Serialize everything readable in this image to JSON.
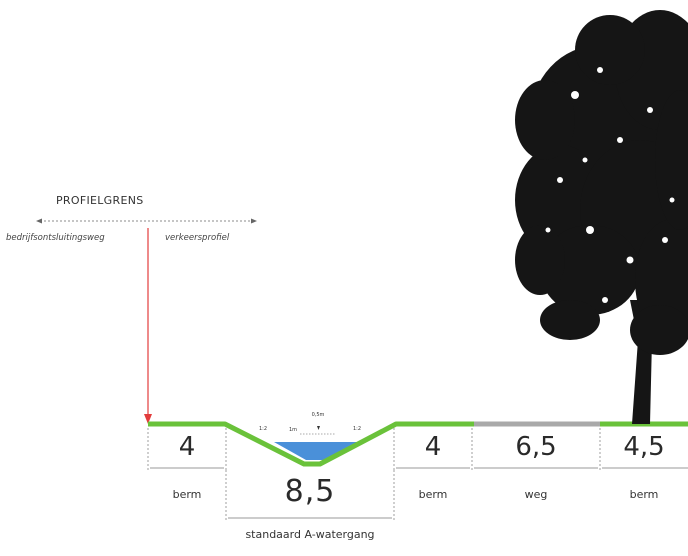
{
  "labels": {
    "profielgrens": "PROFIELGRENS",
    "left_side": "bedrijfsontsluitingsweg",
    "right_side": "verkeersprofiel",
    "caption": "standaard A-watergang"
  },
  "segments": [
    {
      "value": "4",
      "name": "berm"
    },
    {
      "value": "8,5",
      "name": ""
    },
    {
      "value": "4",
      "name": "berm"
    },
    {
      "value": "6,5",
      "name": "weg"
    },
    {
      "value": "4,5",
      "name": "berm"
    }
  ],
  "ditch": {
    "slope_left": "1:2",
    "slope_right": "1:2",
    "depth_label": "0,5m",
    "water_label": "1m"
  },
  "colors": {
    "grass": "#6ac23a",
    "water": "#4a90d9",
    "road": "#a9a9a9",
    "profile_line": "#e23c3c",
    "tree": "#151515"
  }
}
